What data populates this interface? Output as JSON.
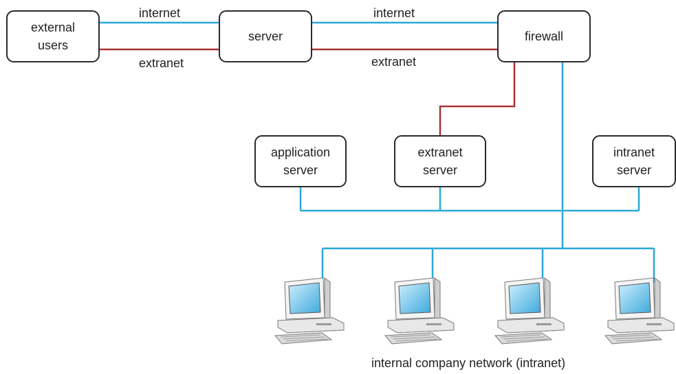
{
  "nodes": {
    "external_users": "external\nusers",
    "server": "server",
    "firewall": "firewall",
    "application_server": "application\nserver",
    "extranet_server": "extranet\nserver",
    "intranet_server": "intranet\nserver"
  },
  "links": {
    "internet_1": "internet",
    "internet_2": "internet",
    "extranet_1": "extranet",
    "extranet_2": "extranet"
  },
  "caption": "internal company network (intranet)",
  "colors": {
    "internet_line": "#29a8dc",
    "extranet_line": "#a83232",
    "node_border": "#2a2a2a"
  },
  "icons": [
    "computer-icon",
    "computer-icon",
    "computer-icon",
    "computer-icon"
  ]
}
